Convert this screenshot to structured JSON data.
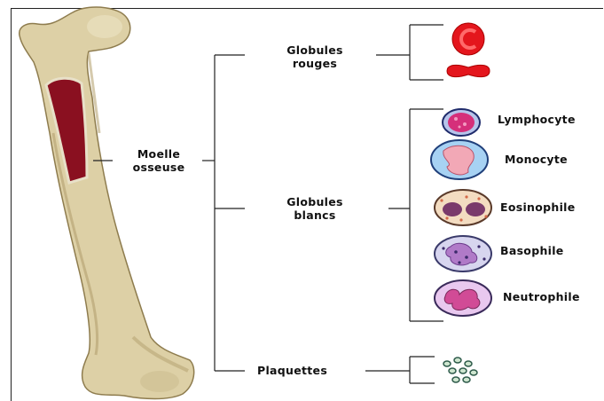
{
  "labels": {
    "marrow": [
      "Moelle",
      "osseuse"
    ],
    "red_cells": [
      "Globules",
      "rouges"
    ],
    "white_cells": [
      "Globules",
      "blancs"
    ],
    "platelets": "Plaquettes"
  },
  "white_cell_types": [
    "Lymphocyte",
    "Monocyte",
    "Eosinophile",
    "Basophile",
    "Neutrophile"
  ],
  "colors": {
    "bone": "#ddd0a6",
    "bone_shadow": "#b9a777",
    "marrow": "#8a1020",
    "red_cell": "#e4161d",
    "line": "#222222"
  }
}
